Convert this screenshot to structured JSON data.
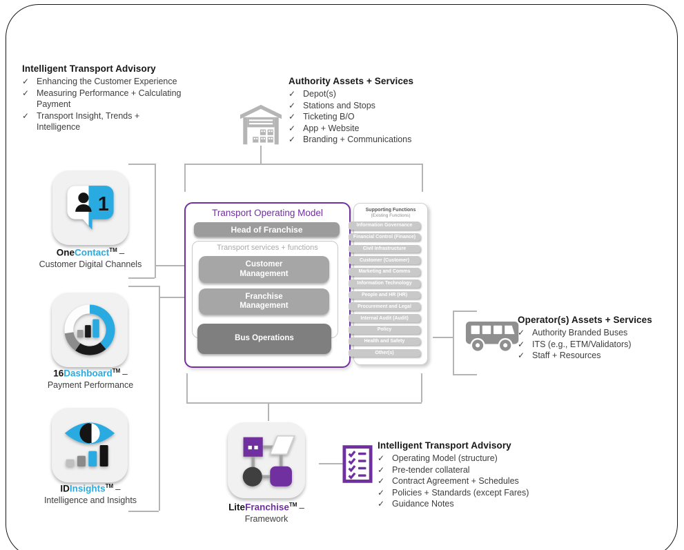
{
  "colors": {
    "accent_blue": "#29ABE2",
    "accent_purple": "#7030A0",
    "bar_gray": "#A6A6A6",
    "bar_dark_gray": "#7F7F7F",
    "supporting_bar_gray": "#C9C9C9",
    "icon_gray": "#B3B3B3",
    "connector_gray": "#B4B4B4"
  },
  "top_left_advisory": {
    "title": "Intelligent Transport Advisory",
    "items": [
      "Enhancing the Customer Experience",
      "Measuring Performance + Calculating Payment",
      "Transport Insight, Trends + Intelligence"
    ]
  },
  "authority": {
    "title": "Authority Assets + Services",
    "items": [
      "Depot(s)",
      "Stations and Stops",
      "Ticketing B/O",
      "App + Website",
      "Branding + Communications"
    ]
  },
  "products": [
    {
      "prefix": "One",
      "accent": "Contact",
      "tm": "TM",
      "dash": "–",
      "subtitle": "Customer Digital Channels"
    },
    {
      "prefix": "16",
      "accent": "Dashboard",
      "tm": "TM",
      "dash": "–",
      "subtitle": "Payment Performance"
    },
    {
      "prefix": "ID",
      "accent": "Insights",
      "tm": "TM",
      "dash": "–",
      "subtitle": "Intelligence and Insights"
    }
  ],
  "model": {
    "title": "Transport Operating Model",
    "head_bar": "Head of Franchise",
    "inner_title": "Transport services + functions",
    "function_bars": [
      "Customer Management",
      "Franchise Management",
      "Bus Operations"
    ]
  },
  "supporting": {
    "title": "Supporting Functions",
    "subtitle": "(Existing Functions)",
    "items": [
      "Information Governance",
      "Financial Control (Finance)",
      "Civil Infrastructure",
      "Customer (Customer)",
      "Marketing and Comms",
      "Information Technology",
      "People and HR (HR)",
      "Procurement and Legal",
      "Internal Audit (Audit)",
      "Policy",
      "Health and Safety",
      "Other(s)"
    ]
  },
  "operator": {
    "title": "Operator(s) Assets + Services",
    "items": [
      "Authority Branded Buses",
      "ITS (e.g., ETM/Validators)",
      "Staff + Resources"
    ]
  },
  "litefranchise": {
    "prefix": "Lite",
    "accent": "Franchise",
    "tm": "TM",
    "dash": "–",
    "subtitle": "Framework"
  },
  "bottom_advisory": {
    "title": "Intelligent Transport Advisory",
    "items": [
      "Operating Model (structure)",
      "Pre-tender collateral",
      "Contract Agreement + Schedules",
      "Policies + Standards (except Fares)",
      "Guidance Notes"
    ]
  }
}
